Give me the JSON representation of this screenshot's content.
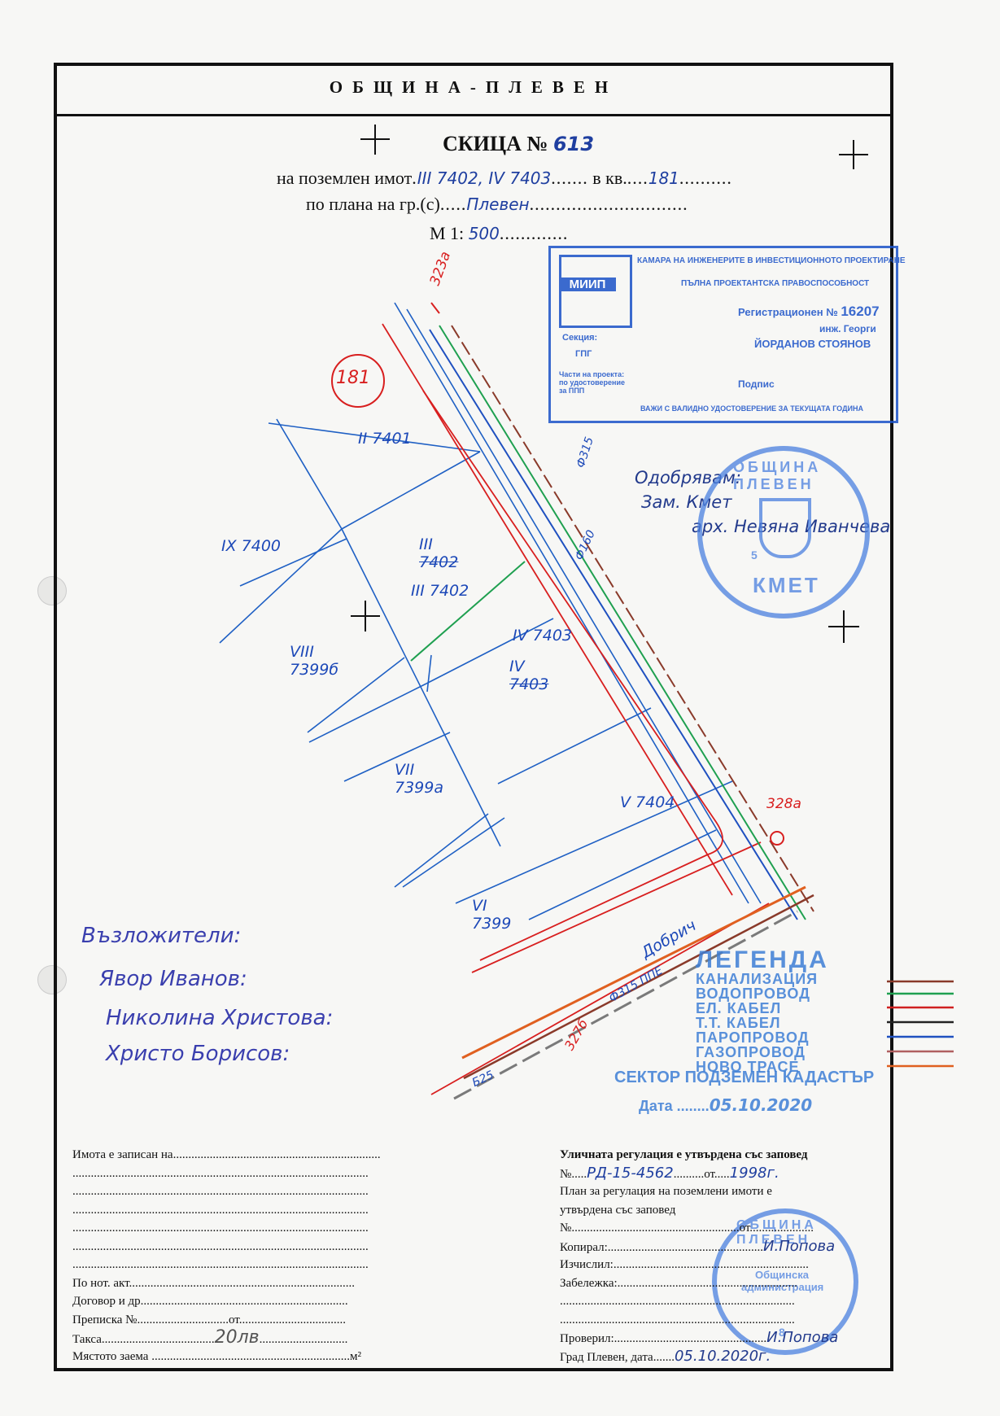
{
  "header": {
    "municipality": "ОБЩИНА-ПЛЕВЕН"
  },
  "sketch": {
    "title_label": "СКИЦА №",
    "number": "613",
    "property_label": "на поземлен имот",
    "property_value": "III 7402, IV 7403",
    "block_label": "в кв.",
    "block_value": "181",
    "plan_label": "по плана на гр.(с)",
    "plan_value": "Плевен",
    "scale_label": "М 1:",
    "scale_value": "500"
  },
  "map": {
    "block_circle": "181",
    "parcels": [
      {
        "roman": "II",
        "id": "7401"
      },
      {
        "roman": "IX",
        "id": "7400"
      },
      {
        "roman": "III",
        "id": "7402"
      },
      {
        "roman": "III",
        "id": "7402"
      },
      {
        "roman": "VIII",
        "id": "7399б"
      },
      {
        "roman": "IV",
        "id": "7403"
      },
      {
        "roman": "IV",
        "id": "7403"
      },
      {
        "roman": "VII",
        "id": "7399а"
      },
      {
        "roman": "V",
        "id": "7404"
      },
      {
        "roman": "VI",
        "id": "7399"
      }
    ],
    "markers": {
      "top": "323а",
      "right": "328а",
      "bottom": "327б"
    },
    "annotations": [
      "Ф160",
      "Ф315",
      "Б25",
      "Добрич",
      "Ф315 ППЕ"
    ]
  },
  "approval": {
    "line1": "Одобрявам:",
    "line2": "Зам. Кмет",
    "line3": "арх. Невяна Иванчева"
  },
  "stamp_top": {
    "logo": "МИИП",
    "chamber": "КАМАРА НА ИНЖЕНЕРИТЕ В ИНВЕСТИЦИОННОТО ПРОЕКТИРАНЕ",
    "capacity": "ПЪЛНА ПРОЕКТАНТСКА ПРАВОСПОСОБНОСТ",
    "reg_label": "Регистрационен №",
    "reg_no": "16207",
    "eng_label": "инж. Георги",
    "eng_name": "ЙОРДАНОВ СТОЯНОВ",
    "section_label": "Секция:",
    "section": "ГПГ",
    "parts_label": "Части на проекта: по удостоверение за ППП",
    "sign_label": "Подпис",
    "valid": "ВАЖИ С ВАЛИДНО УДОСТОВЕРЕНИЕ ЗА ТЕКУЩАТА ГОДИНА"
  },
  "stamp_mayor": {
    "text1": "ОБЩИНА ПЛЕВЕН",
    "text2": "КМЕТ",
    "num": "5"
  },
  "stamp_admin": {
    "text1": "ОБЩИНА ПЛЕВЕН",
    "text2": "Общинска администрация",
    "num": "8"
  },
  "clients": {
    "title": "Възложители:",
    "names": [
      "Явор Иванов:",
      "Николина Христова:",
      "Христо Борисов:"
    ]
  },
  "legend": {
    "title": "ЛЕГЕНДА",
    "items": [
      "КАНАЛИЗАЦИЯ",
      "ВОДОПРОВОД",
      "ЕЛ. КАБЕЛ",
      "Т.Т. КАБЕЛ",
      "ПАРОПРОВОД",
      "ГАЗОПРОВОД",
      "НОВО ТРАСЕ"
    ],
    "colors": [
      "#8a3a2a",
      "#1fa050",
      "#d02020",
      "#222222",
      "#1f50c0",
      "#b06060",
      "#e06020"
    ],
    "sector": "СЕКТОР ПОДЗЕМЕН КАДАСТЪР",
    "date_label": "Дата",
    "date_value": "05.10.2020"
  },
  "form_left": {
    "owner_label": "Имота е записан на",
    "notary_label": "По нот. акт",
    "contract_label": "Договор и др.",
    "transcript_label": "Преписка №",
    "from_label": "от",
    "fee_label": "Такса",
    "fee_value": "20лв",
    "area_label": "Мястото заема",
    "area_unit": "м²"
  },
  "form_right": {
    "street_reg": "Уличната регулация е утвърдена със заповед",
    "no_label": "№",
    "street_no": "РД-15-4562",
    "from_label": "от",
    "street_date": "1998г.",
    "plan_line1": "План за регулация на поземлени имоти е",
    "plan_line2": "утвърдена със заповед",
    "copied_label": "Копирал:",
    "copied_by": "И.Попова",
    "calc_label": "Изчислил:",
    "note_label": "Забележка:",
    "checked_label": "Проверил:",
    "checked_by": "И.Попова",
    "city_date_label": "Град Плевен, дата",
    "city_date": "05.10.2020г."
  }
}
